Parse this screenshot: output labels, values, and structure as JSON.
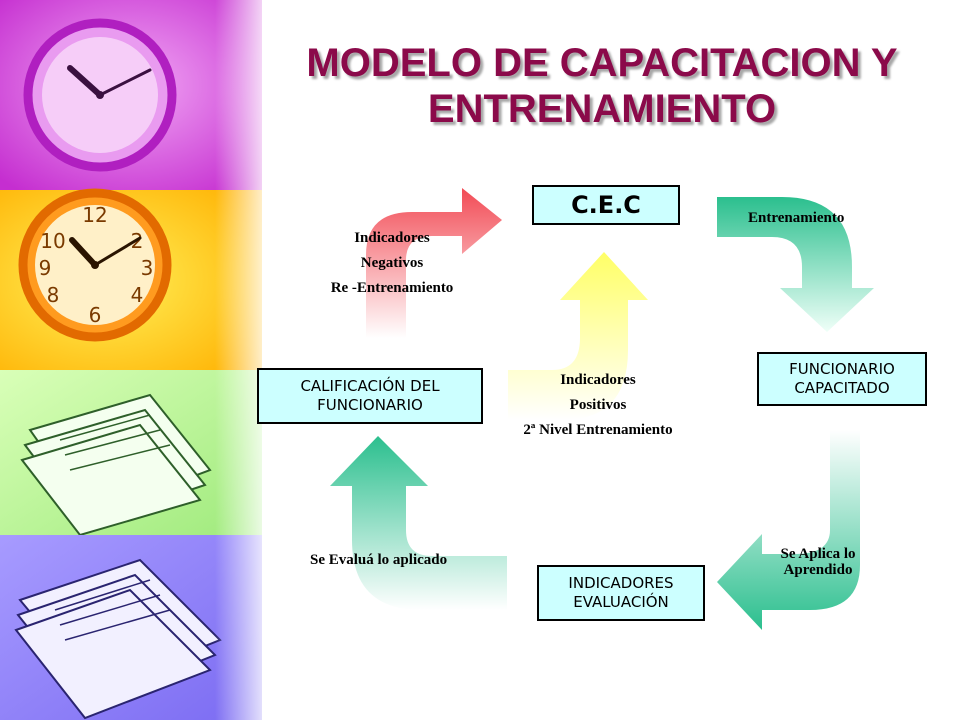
{
  "title_lines": [
    "MODELO DE CAPACITACION Y",
    "ENTRENAMIENTO"
  ],
  "nodes": {
    "cec": [
      "C.E.C"
    ],
    "funcionario": [
      "FUNCIONARIO",
      "CAPACITADO"
    ],
    "indicadores": [
      "INDICADORES",
      "EVALUACIÓN"
    ],
    "calificacion": [
      "CALIFICACIÓN DEL",
      "FUNCIONARIO"
    ]
  },
  "labels": {
    "entrenamiento": "Entrenamiento",
    "aplica": [
      "Se Aplica lo",
      "Aprendido"
    ],
    "evalua": "Se Evaluá lo aplicado",
    "positivos": [
      "Indicadores",
      "Positivos",
      "2ª Nivel Entrenamiento"
    ],
    "negativos": [
      "Indicadores",
      "Negativos",
      "Re -Entrenamiento"
    ]
  },
  "colors": {
    "title": "#8B0A4A",
    "box_fill": "#CCFFFF",
    "arrow_green": "#2BBF8E",
    "arrow_red": "#F24B55",
    "arrow_yellow": "#FFFF66"
  },
  "sidebar_icons": [
    "purple-clock-icon",
    "orange-clock-icon",
    "green-papers-icon",
    "violet-papers-icon"
  ]
}
